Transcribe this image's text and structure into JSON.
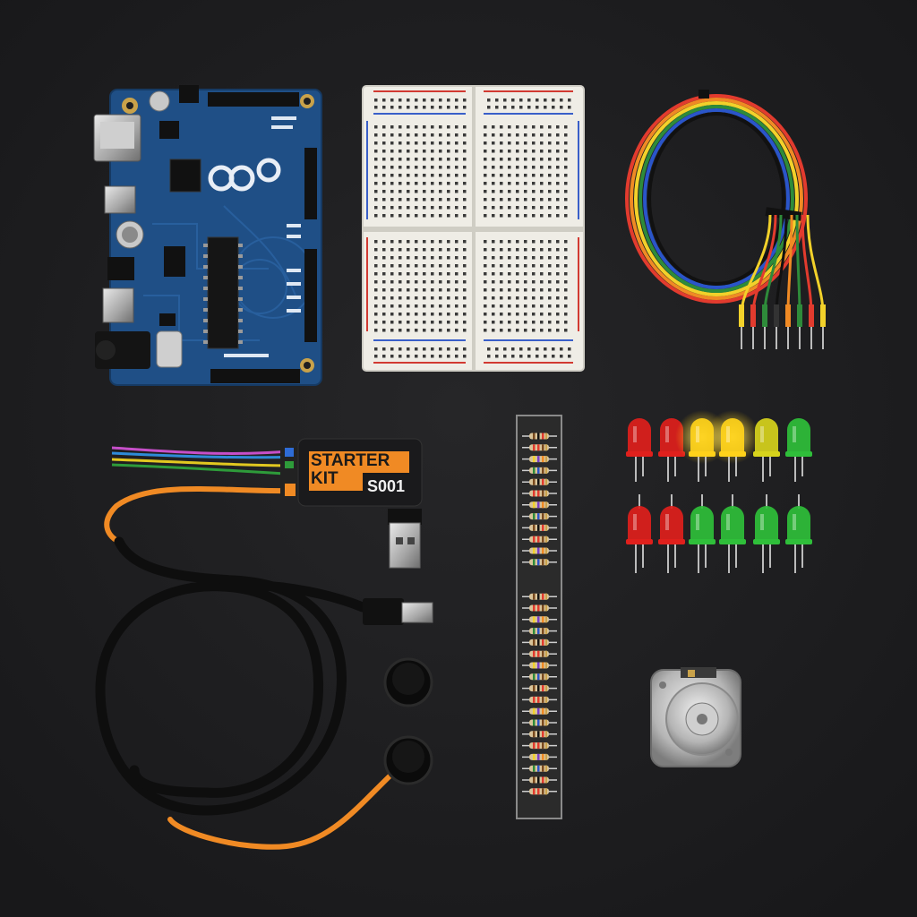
{
  "scene": {
    "background": "#1e1e20",
    "items": [
      "microcontroller-board",
      "solderless-breadboard",
      "jumper-wire-bundle",
      "led-set",
      "usb-adapter",
      "usb-cable",
      "resistor-strip",
      "push-buttons",
      "dc-motor"
    ]
  },
  "board": {
    "logo_text": "∞",
    "model_text": "",
    "color": "#1f4f86"
  },
  "kit_box": {
    "title": "STARTER KIT",
    "code": "S001",
    "accent": "#f08a24"
  },
  "leds": {
    "top_row": [
      "red",
      "red",
      "yellow-lit",
      "yellow-lit",
      "yellow-green",
      "green"
    ],
    "bottom_row": [
      "red",
      "red",
      "green",
      "green",
      "green",
      "green"
    ]
  },
  "wire_colors": [
    "#e23b2e",
    "#f08a24",
    "#f2d12a",
    "#2e8b3a",
    "#2a55c9",
    "#111111"
  ]
}
